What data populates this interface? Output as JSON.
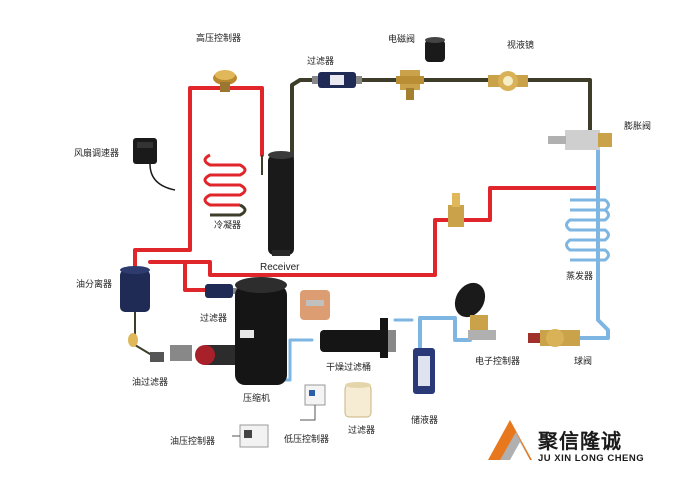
{
  "labels": {
    "high_pressure_controller": "高压控制器",
    "filter_top": "过滤器",
    "solenoid_valve": "电磁阀",
    "sight_glass": "视液镜",
    "expansion_valve": "膨胀阀",
    "fan_speed_controller": "风扇调速器",
    "condenser": "冷凝器",
    "receiver": "Receiver",
    "evaporator": "蒸发器",
    "oil_separator": "油分离器",
    "filter_mid": "过滤器",
    "oil_filter": "油过滤器",
    "compressor": "压缩机",
    "dry_filter_barrel": "干燥过滤桶",
    "liquid_storage": "储液器",
    "electronic_controller": "电子控制器",
    "ball_valve": "球阀",
    "oil_pressure_controller": "油压控制器",
    "low_pressure_controller": "低压控制器",
    "filter_bottom": "过滤器"
  },
  "brand": {
    "name_cn": "聚信隆诚",
    "name_en": "JU XIN LONG CHENG"
  },
  "colors": {
    "hot_line": "#e0262b",
    "cold_line": "#7db6e3",
    "dark_line": "#3d3d2a",
    "brass": "#c9a24a",
    "brand_orange": "#e8781e"
  }
}
